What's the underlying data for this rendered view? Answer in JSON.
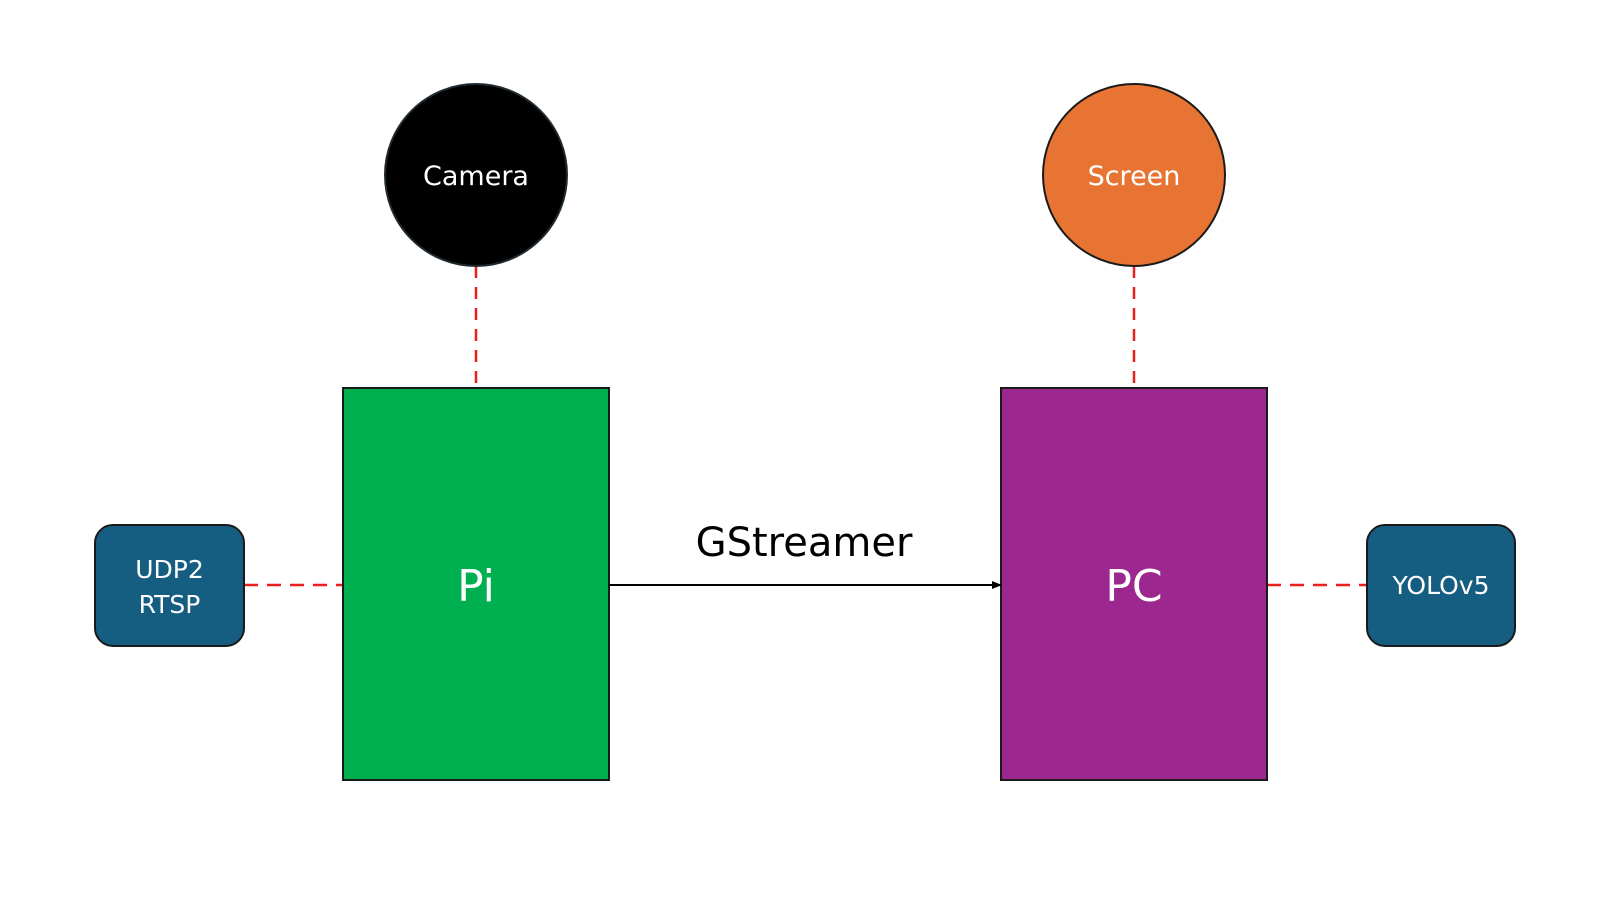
{
  "nodes": {
    "camera": {
      "label": "Camera",
      "color": "#000000"
    },
    "screen": {
      "label": "Screen",
      "color": "#E87433"
    },
    "pi": {
      "label": "Pi",
      "color": "#00B050"
    },
    "pc": {
      "label": "PC",
      "color": "#9C278F"
    },
    "udp2rtsp": {
      "label_line1": "UDP2",
      "label_line2": "RTSP",
      "color": "#165E81"
    },
    "yolov5": {
      "label": "YOLOv5",
      "color": "#165E81"
    }
  },
  "edges": {
    "stream": {
      "label": "GStreamer",
      "color": "#000000"
    },
    "dashed_color": "#E8201E"
  }
}
